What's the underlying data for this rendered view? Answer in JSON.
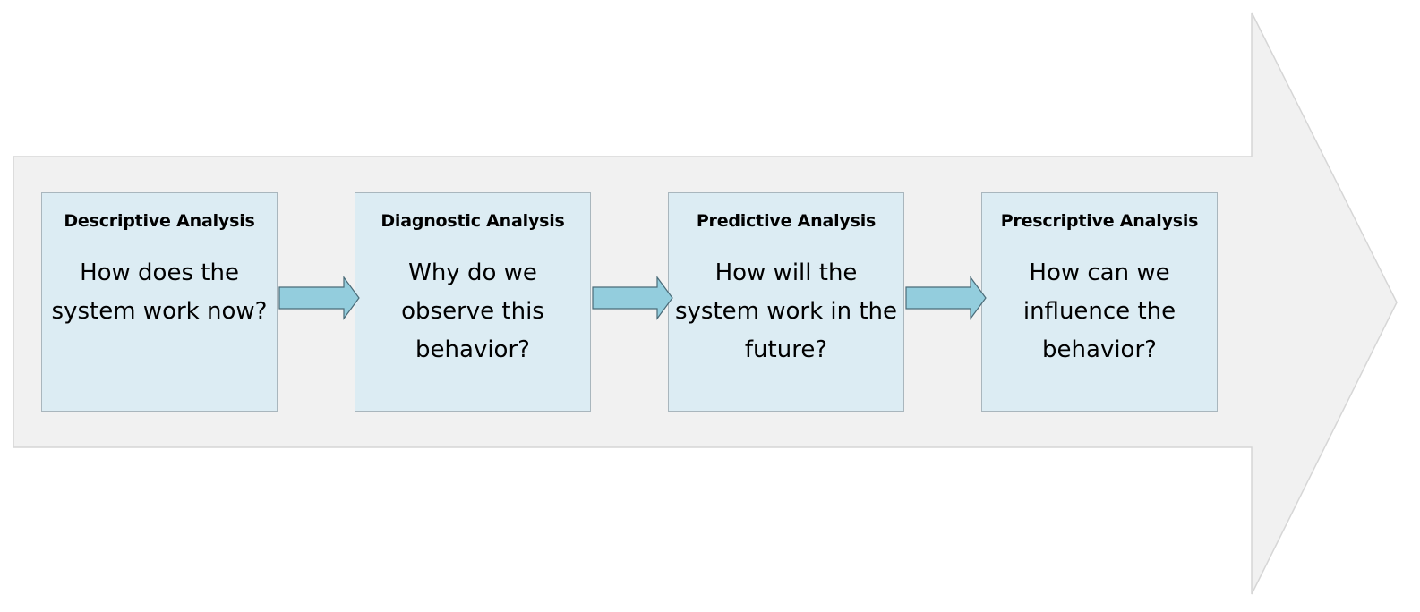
{
  "diagram": {
    "colors": {
      "backdrop_arrow_fill": "#f1f1f1",
      "backdrop_arrow_stroke": "#d6d6d6",
      "box_fill": "#dcecf3",
      "box_border": "#a9b6bd",
      "connector_fill": "#93cddd",
      "connector_stroke": "#4a6b78"
    },
    "stages": [
      {
        "title": "Descriptive Analysis",
        "question": "How does the system work now?"
      },
      {
        "title": "Diagnostic Analysis",
        "question": "Why do we observe this behavior?"
      },
      {
        "title": "Predictive Analysis",
        "question": "How will the system work in the future?"
      },
      {
        "title": "Prescriptive Analysis",
        "question": "How can we influence the behavior?"
      }
    ],
    "connectors": [
      "right-arrow-icon",
      "right-arrow-icon",
      "right-arrow-icon"
    ]
  }
}
